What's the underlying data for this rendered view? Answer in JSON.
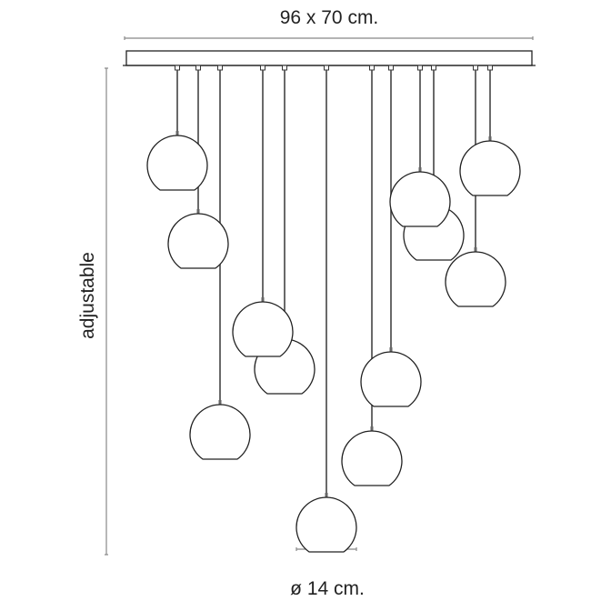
{
  "dimensions": {
    "width_label": "96 x 70 cm.",
    "height_label": "adjustable",
    "diameter_label": "ø 14 cm."
  },
  "pendant_count": 12
}
